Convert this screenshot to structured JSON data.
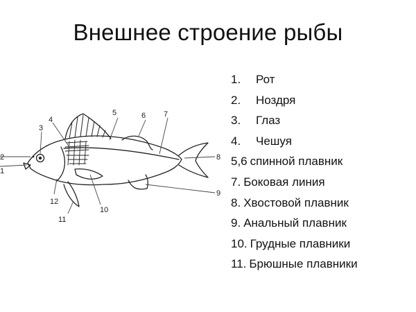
{
  "title": "Внешнее строение рыбы",
  "diagram": {
    "callouts": [
      "1",
      "2",
      "3",
      "4",
      "5",
      "6",
      "7",
      "8",
      "9",
      "10",
      "11",
      "12"
    ]
  },
  "legend": [
    {
      "num": "1.",
      "text": "Рот"
    },
    {
      "num": "2.",
      "text": "Ноздря"
    },
    {
      "num": "3.",
      "text": "Глаз"
    },
    {
      "num": "4.",
      "text": "Чешуя"
    },
    {
      "num": "5,6",
      "text": "спинной плавник"
    },
    {
      "num": "7.",
      "text": "Боковая линия"
    },
    {
      "num": "8.",
      "text": "Хвостовой плавник"
    },
    {
      "num": "9.",
      "text": "Анальный плавник"
    },
    {
      "num": "10.",
      "text": "Грудные плавники"
    },
    {
      "num": "11.",
      "text": "Брюшные плавники"
    }
  ]
}
